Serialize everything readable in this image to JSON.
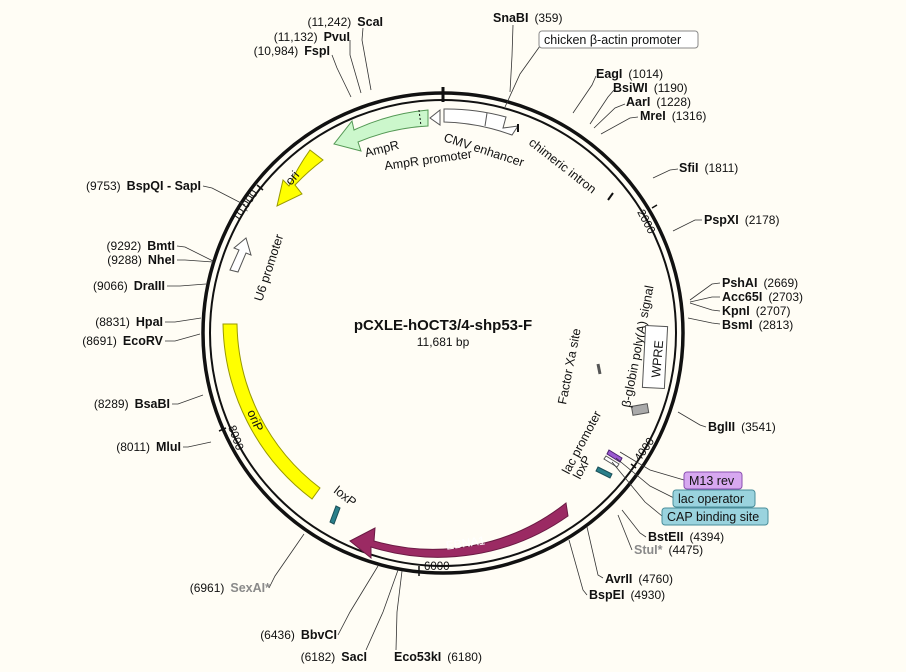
{
  "plasmid": {
    "name": "pCXLE-hOCT3/4-shp53-F",
    "size": "11,681 bp",
    "length": 11681
  },
  "colors": {
    "backbone": "#111111",
    "ampr": "#ccf7cc",
    "ori": "#ffff00",
    "orip": "#ffff00",
    "ebna1": "#9b2a63",
    "cmv": "#ffffff",
    "loxp": "#2a7f8a",
    "wpre": "#ffffff",
    "factor_xa": "#888888",
    "m13": "#d7a8f0",
    "lac_operator": "#9ad3de",
    "cap": "#9ad3de"
  },
  "ticks": [
    {
      "pos": 2000,
      "label": "2000"
    },
    {
      "pos": 4000,
      "label": "4000"
    },
    {
      "pos": 6000,
      "label": "6000"
    },
    {
      "pos": 8000,
      "label": "8000"
    },
    {
      "pos": 10000,
      "label": "10,000"
    }
  ],
  "sites": [
    {
      "name": "SnaBI",
      "pos": "(359)",
      "gray": false
    },
    {
      "name": "EagI",
      "pos": "(1014)",
      "gray": false
    },
    {
      "name": "BsiWI",
      "pos": "(1190)",
      "gray": false
    },
    {
      "name": "AarI",
      "pos": "(1228)",
      "gray": false
    },
    {
      "name": "MreI",
      "pos": "(1316)",
      "gray": false
    },
    {
      "name": "SfiI",
      "pos": "(1811)",
      "gray": false
    },
    {
      "name": "PspXI",
      "pos": "(2178)",
      "gray": false
    },
    {
      "name": "PshAI",
      "pos": "(2669)",
      "gray": false
    },
    {
      "name": "Acc65I",
      "pos": "(2703)",
      "gray": false
    },
    {
      "name": "KpnI",
      "pos": "(2707)",
      "gray": false
    },
    {
      "name": "BsmI",
      "pos": "(2813)",
      "gray": false
    },
    {
      "name": "BglII",
      "pos": "(3541)",
      "gray": false
    },
    {
      "name": "BstEII",
      "pos": "(4394)",
      "gray": false
    },
    {
      "name": "StuI*",
      "pos": "(4475)",
      "gray": true
    },
    {
      "name": "AvrII",
      "pos": "(4760)",
      "gray": false
    },
    {
      "name": "BspEI",
      "pos": "(4930)",
      "gray": false
    },
    {
      "name": "Eco53kI",
      "pos": "(6180)",
      "gray": false
    },
    {
      "name": "SacI",
      "pos": "(6182)",
      "gray": false
    },
    {
      "name": "BbvCI",
      "pos": "(6436)",
      "gray": false
    },
    {
      "name": "SexAI*",
      "pos": "(6961)",
      "gray": true
    },
    {
      "name": "MluI",
      "pos": "(8011)",
      "gray": false
    },
    {
      "name": "BsaBI",
      "pos": "(8289)",
      "gray": false
    },
    {
      "name": "EcoRV",
      "pos": "(8691)",
      "gray": false
    },
    {
      "name": "HpaI",
      "pos": "(8831)",
      "gray": false
    },
    {
      "name": "DraIII",
      "pos": "(9066)",
      "gray": false
    },
    {
      "name": "NheI",
      "pos": "(9288)",
      "gray": false
    },
    {
      "name": "BmtI",
      "pos": "(9292)",
      "gray": false
    },
    {
      "name": "BspQI - SapI",
      "pos": "(9753)",
      "gray": false
    },
    {
      "name": "FspI",
      "pos": "(10,984)",
      "gray": false
    },
    {
      "name": "PvuI",
      "pos": "(11,132)",
      "gray": false
    },
    {
      "name": "ScaI",
      "pos": "(11,242)",
      "gray": false
    }
  ],
  "features": {
    "chicken_beta_actin": "chicken β-actin promoter",
    "cmv_enhancer": "CMV enhancer",
    "chimeric_intron": "chimeric intron",
    "ampr": "AmpR",
    "ampr_promoter": "AmpR promoter",
    "ori": "ori",
    "u6_promoter": "U6 promoter",
    "orip": "oriP",
    "loxp_left": "loxP",
    "ebna1": "EBNA1",
    "lac_promoter": "lac promoter",
    "loxp_right": "loxP",
    "factor_xa": "Factor Xa site",
    "beta_globin": "β-globin poly(A) signal",
    "wpre": "WPRE",
    "m13_rev": "M13 rev",
    "lac_operator": "lac operator",
    "cap_site": "CAP binding site"
  }
}
